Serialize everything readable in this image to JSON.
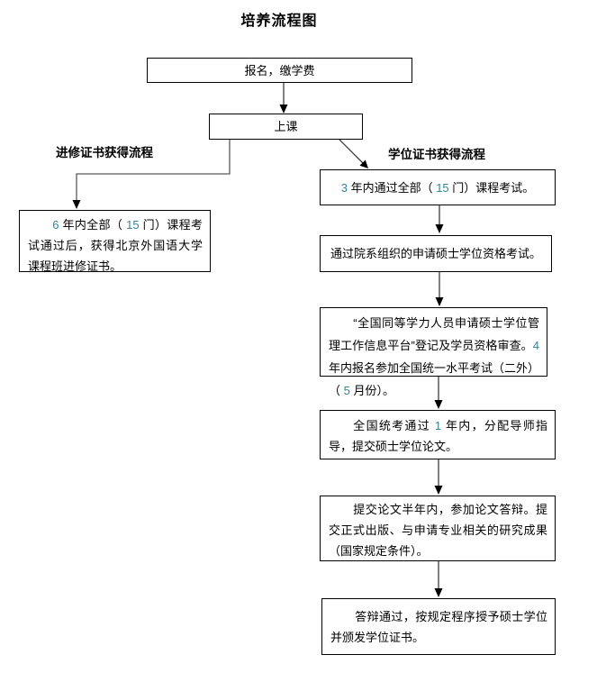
{
  "title": "培养流程图",
  "colors": {
    "digit_accent": "#31849B",
    "border": "#000000",
    "line": "#3d3d3d"
  },
  "flow": {
    "start": {
      "segments": [
        {
          "t": "报名，缴学费"
        }
      ]
    },
    "attend": {
      "segments": [
        {
          "t": "上课"
        }
      ]
    },
    "left_branch": {
      "label": "进修证书获得流程",
      "certificate_box": {
        "segments": [
          {
            "t": "6",
            "d": true
          },
          {
            "t": " 年内全部（ "
          },
          {
            "t": "15",
            "d": true
          },
          {
            "t": " 门）课程考试通过后，获得北京外国语大学课程班进修证书。"
          }
        ]
      }
    },
    "right_branch": {
      "label": "学位证书获得流程",
      "steps": [
        {
          "segments": [
            {
              "t": "3",
              "d": true
            },
            {
              "t": " 年内通过全部（ "
            },
            {
              "t": "15",
              "d": true
            },
            {
              "t": " 门）课程考试。"
            }
          ]
        },
        {
          "segments": [
            {
              "t": "通过院系组织的申请硕士学位资格考试。"
            }
          ]
        },
        {
          "segments": [
            {
              "t": "“全国同等学力人员申请硕士学位管理工作信息平台”登记及学员资格审查。"
            },
            {
              "t": "4",
              "d": true
            },
            {
              "t": " 年内报名参加全国统一水平考试（二外）（ "
            },
            {
              "t": "5",
              "d": true
            },
            {
              "t": " 月份）。"
            }
          ]
        },
        {
          "segments": [
            {
              "t": "全国统考通过 "
            },
            {
              "t": "1",
              "d": true
            },
            {
              "t": " 年内，分配导师指导，提交硕士学位论文。"
            }
          ]
        },
        {
          "segments": [
            {
              "t": "提交论文半年内，参加论文答辩。提交正式出版、与申请专业相关的研究成果（国家规定条件）。"
            }
          ]
        },
        {
          "segments": [
            {
              "t": "答辩通过，按规定程序授予硕士学位并颁发学位证书。"
            }
          ]
        }
      ]
    }
  }
}
